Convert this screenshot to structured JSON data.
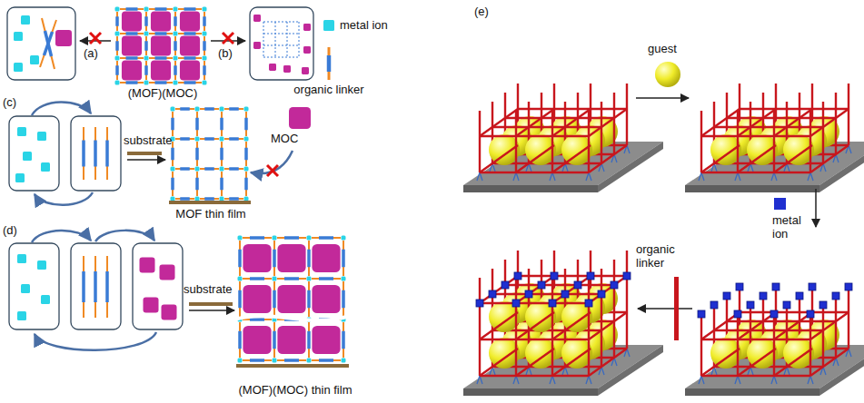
{
  "diagram": {
    "labels": [
      "(a)",
      "(MOF)(MOC)",
      "(b)",
      "metal ion",
      "organic linker",
      "(c)",
      "substrate",
      "MOC",
      "MOF thin film",
      "(d)",
      "substrate",
      "(MOF)(MOC) thin film",
      "(e)",
      "guest",
      "metal ion",
      "organic linker"
    ]
  }
}
